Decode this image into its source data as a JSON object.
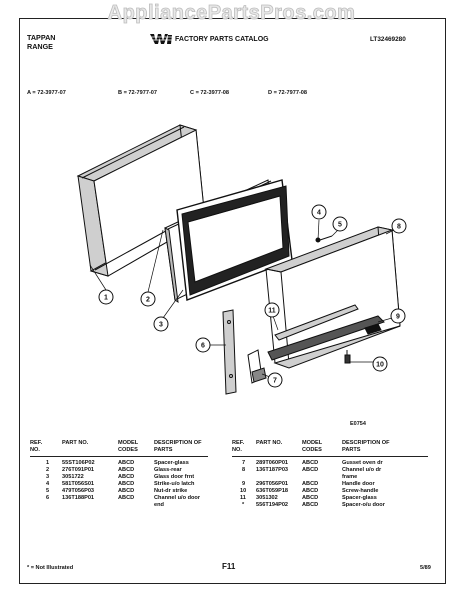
{
  "watermark": "AppliancePartsPros.com",
  "header": {
    "brand_line1": "TAPPAN",
    "brand_line2": "RANGE",
    "catalog_title": "FACTORY PARTS CATALOG",
    "catalog_code": "LT32469280"
  },
  "models": [
    {
      "label": "A = 72-3977-07"
    },
    {
      "label": "B = 72-7977-07"
    },
    {
      "label": "C = 72-3977-08"
    },
    {
      "label": "D = 72-7977-08"
    }
  ],
  "diagram": {
    "code": "E0754",
    "callouts": [
      "1",
      "2",
      "3",
      "4",
      "5",
      "6",
      "7",
      "8",
      "9",
      "10",
      "11"
    ]
  },
  "table": {
    "headers": {
      "ref": "REF. NO.",
      "part": "PART NO.",
      "codes": "MODEL CODES",
      "desc": "DESCRIPTION OF PARTS"
    },
    "left_rows": [
      {
        "ref": "1",
        "part": "55ST106P02",
        "codes": "ABCD",
        "desc": "Spacer-glass"
      },
      {
        "ref": "2",
        "part": "276T091P01",
        "codes": "ABCD",
        "desc": "Glass-rear"
      },
      {
        "ref": "3",
        "part": "3051722",
        "codes": "ABCD",
        "desc": "Glass door frnt"
      },
      {
        "ref": "4",
        "part": "581T056S01",
        "codes": "ABCD",
        "desc": "Strike-u/o latch"
      },
      {
        "ref": "5",
        "part": "479T056P03",
        "codes": "ABCD",
        "desc": "Nut-dr strike"
      },
      {
        "ref": "6",
        "part": "136T188P01",
        "codes": "ABCD",
        "desc": "Channel u/o door end"
      }
    ],
    "right_rows": [
      {
        "ref": "7",
        "part": "289T060P01",
        "codes": "ABCD",
        "desc": "Gusset oven dr"
      },
      {
        "ref": "8",
        "part": "136T187P03",
        "codes": "ABCD",
        "desc": "Channel u/o dr frame"
      },
      {
        "ref": "9",
        "part": "296T056P01",
        "codes": "ABCD",
        "desc": "Handle door"
      },
      {
        "ref": "10",
        "part": "636T059P18",
        "codes": "ABCD",
        "desc": "Screw-handle"
      },
      {
        "ref": "11",
        "part": "3051302",
        "codes": "ABCD",
        "desc": "Spacer-glass"
      },
      {
        "ref": "*",
        "part": "556T194P02",
        "codes": "ABCD",
        "desc": "Spacer-o/u door"
      }
    ]
  },
  "footer": {
    "note": "* = Not Illustrated",
    "page": "F11",
    "date": "5/89"
  }
}
